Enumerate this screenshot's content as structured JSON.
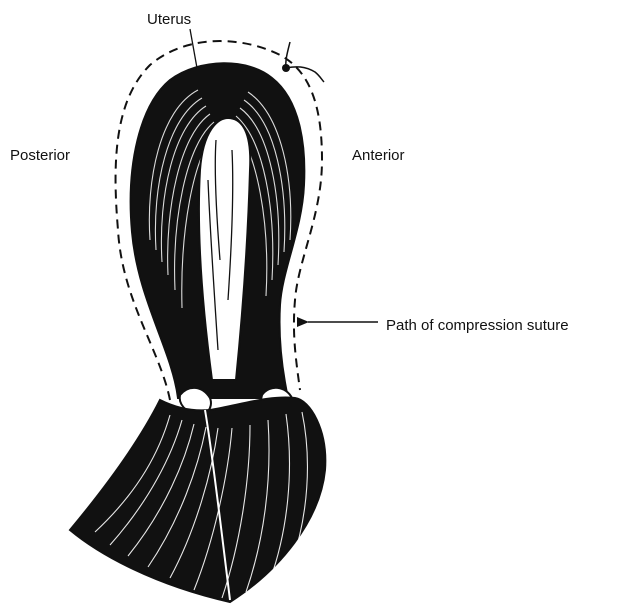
{
  "figure": {
    "labels": {
      "uterus": "Uterus",
      "posterior": "Posterior",
      "anterior": "Anterior",
      "suture_path": "Path of compression suture"
    },
    "colors": {
      "ink": "#111111",
      "background": "#ffffff"
    }
  }
}
